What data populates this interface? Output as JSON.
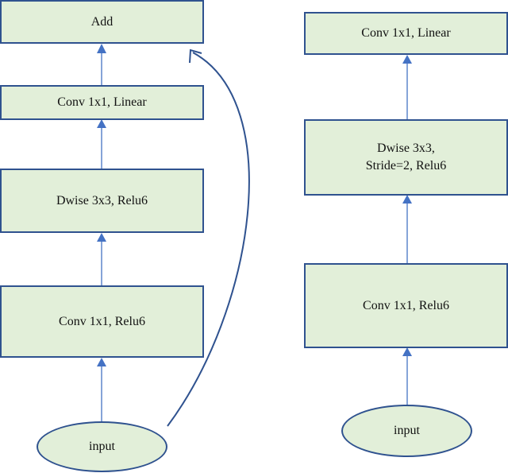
{
  "colors": {
    "box_fill": "#e2efd9",
    "box_border": "#2f528f",
    "connector": "#4472c4"
  },
  "left_block": {
    "add": "Add",
    "conv_linear": "Conv 1x1, Linear",
    "dwise": "Dwise 3x3, Relu6",
    "conv_relu": "Conv 1x1, Relu6",
    "input": "input"
  },
  "right_block": {
    "conv_linear": "Conv 1x1, Linear",
    "dwise_line1": "Dwise 3x3,",
    "dwise_line2": "Stride=2, Relu6",
    "conv_relu": "Conv 1x1, Relu6",
    "input": "input"
  }
}
